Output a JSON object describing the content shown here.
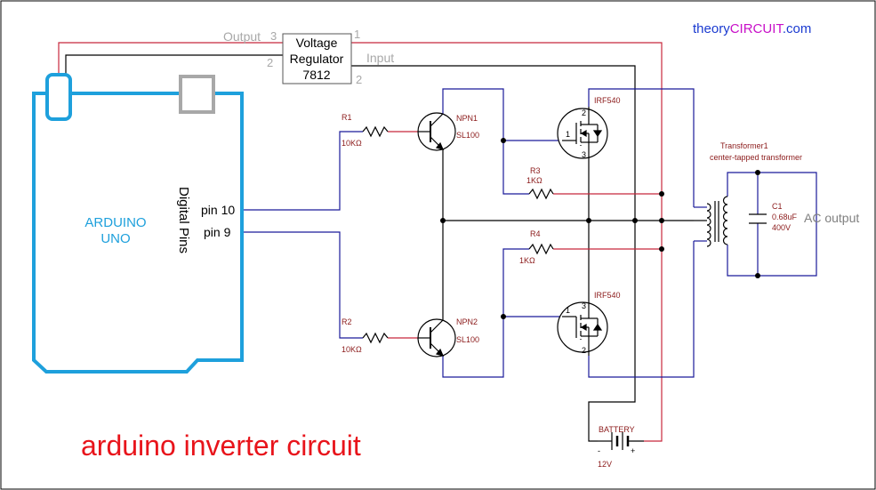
{
  "brand": {
    "prefix": "theory",
    "suffix": "CIRCUIT",
    "tld": ".com"
  },
  "title": "arduino inverter circuit",
  "regulator": {
    "line1": "Voltage",
    "line2": "Regulator",
    "line3": "7812",
    "output_label": "Output",
    "output_pin": "3",
    "input_label": "Input",
    "pin_1": "1",
    "pin_2_left": "2",
    "pin_2_right": "2"
  },
  "arduino": {
    "line1": "ARDUINO",
    "line2": "UNO",
    "digital_pins": "Digital Pins",
    "pin10": "pin 10",
    "pin9": "pin 9"
  },
  "r1": {
    "name": "R1",
    "value": "10KΩ"
  },
  "r2": {
    "name": "R2",
    "value": "10KΩ"
  },
  "r3": {
    "name": "R3",
    "value": "1KΩ"
  },
  "r4": {
    "name": "R4",
    "value": "1KΩ"
  },
  "npn1": {
    "name": "NPN1",
    "part": "SL100"
  },
  "npn2": {
    "name": "NPN2",
    "part": "SL100"
  },
  "mosfet1": {
    "part": "IRF540",
    "pin_gate": "1",
    "pin_top": "2",
    "pin_bottom": "3"
  },
  "mosfet2": {
    "part": "IRF540",
    "pin_gate": "1",
    "pin_top": "3",
    "pin_bottom": "2"
  },
  "transformer": {
    "name": "Transformer1",
    "type": "center-tapped transformer"
  },
  "capacitor": {
    "name": "C1",
    "value": "0.68uF",
    "voltage": "400V"
  },
  "ac_output": "AC output",
  "battery": {
    "name": "BATTERY",
    "voltage": "12V",
    "minus": "-",
    "plus": "+"
  },
  "colors": {
    "red_wire": "#c8283c",
    "black_wire": "#000000",
    "blue_wire": "#1a1a9a",
    "arduino": "#1ea0dc",
    "title": "#e8141b",
    "brand_prefix": "#1a3ad0",
    "brand_suffix": "#c810c8",
    "usb": "#a8a8a8"
  }
}
